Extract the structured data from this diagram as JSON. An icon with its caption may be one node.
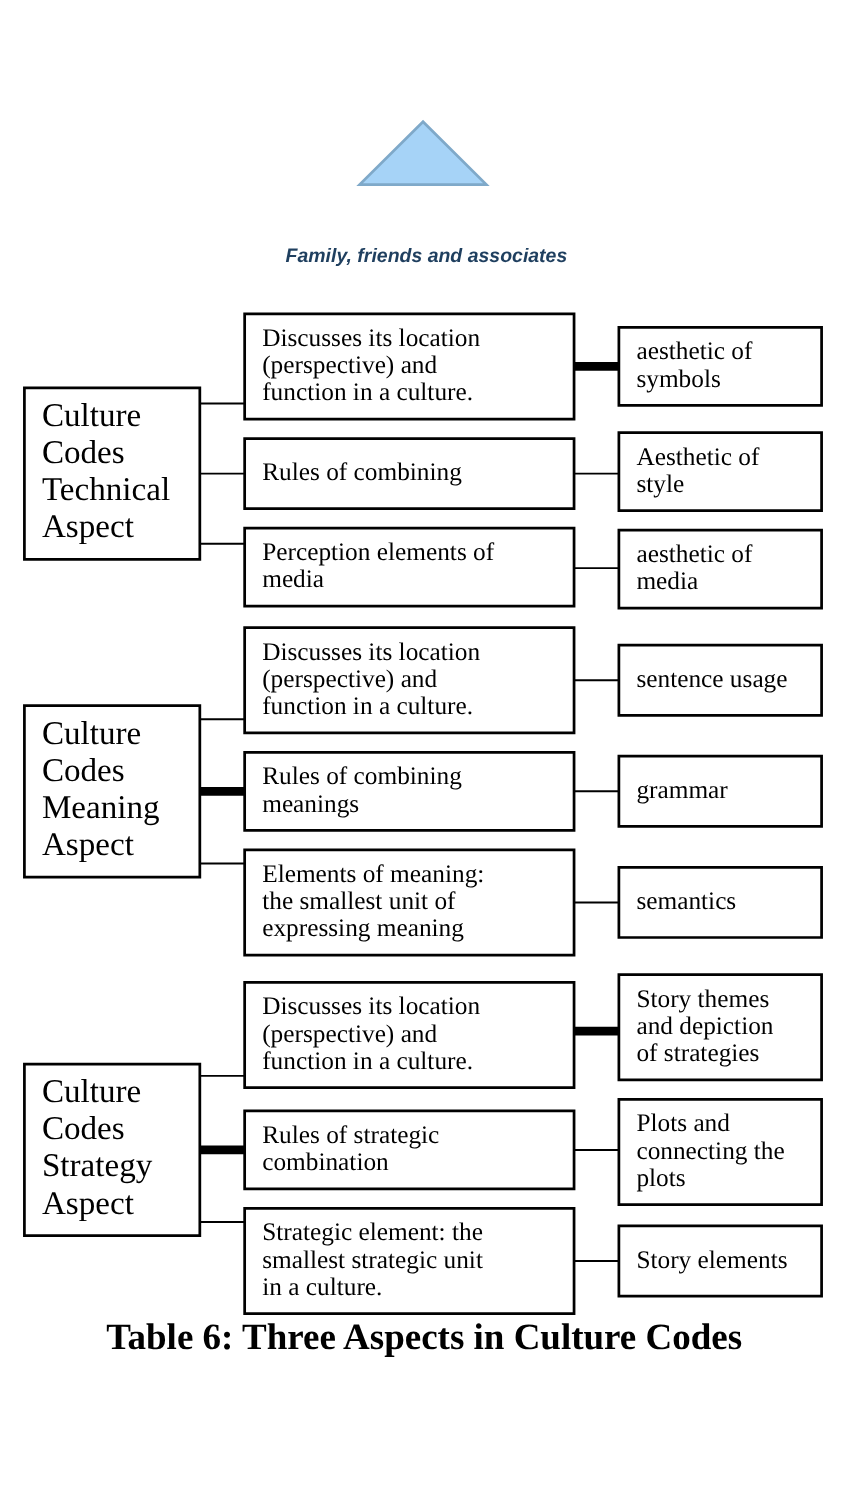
{
  "diagram": {
    "caption": "Table 6: Three Aspects in Culture Codes",
    "nodes": [
      {
        "text": [
          "Culture Codes Strategy Aspect"
        ]
      },
      {
        "text": [
          "Discusses its location (perspective) and function in a culture."
        ]
      },
      {
        "text": [
          "Story themes and depiction of strategies"
        ]
      },
      {
        "text": [
          "Rules of strategic combination"
        ]
      },
      {
        "text": [
          "Plots and connecting the plots"
        ]
      },
      {
        "text": [
          "Strategic element: the smallest strategic unit in a culture."
        ]
      },
      {
        "text": [
          "Story elements"
        ]
      },
      {
        "text": [
          "Culture Codes Meaning Aspect"
        ]
      },
      {
        "text": [
          "Discusses its location (perspective) and function in a culture."
        ]
      },
      {
        "text": [
          "sentence usage"
        ]
      },
      {
        "text": [
          "Rules of combining meanings"
        ]
      },
      {
        "text": [
          "grammar"
        ]
      },
      {
        "text": [
          "Elements of meaning: the smallest unit of expressing meaning"
        ]
      },
      {
        "text": [
          "semantics"
        ]
      },
      {
        "text": [
          "Culture Codes Technical Aspect"
        ]
      },
      {
        "text": [
          "Discusses its location (perspective) and function in a culture."
        ]
      },
      {
        "text": [
          "aesthetic of symbols"
        ]
      },
      {
        "text": [
          "Rules of combining"
        ]
      },
      {
        "text": [
          "Aesthetic of style"
        ]
      },
      {
        "text": [
          "Perception elements of media"
        ]
      },
      {
        "text": [
          "aesthetic of media"
        ]
      },
      {
        "text": [],
        "shape": "triangle"
      }
    ],
    "edges": [
      {
        "from": 0,
        "to": 1,
        "arrow": "none"
      },
      {
        "from": 0,
        "to": 3,
        "arrow": "none",
        "style": "thick"
      },
      {
        "from": 0,
        "to": 5,
        "arrow": "none"
      },
      {
        "from": 1,
        "to": 2,
        "arrow": "none",
        "style": "thick"
      },
      {
        "from": 3,
        "to": 4,
        "arrow": "none"
      },
      {
        "from": 5,
        "to": 6,
        "arrow": "none"
      },
      {
        "from": 7,
        "to": 8,
        "arrow": "none"
      },
      {
        "from": 7,
        "to": 10,
        "arrow": "none",
        "style": "thick"
      },
      {
        "from": 7,
        "to": 12,
        "arrow": "none"
      },
      {
        "from": 8,
        "to": 9,
        "arrow": "none"
      },
      {
        "from": 10,
        "to": 11,
        "arrow": "none"
      },
      {
        "from": 12,
        "to": 13,
        "arrow": "none"
      },
      {
        "from": 14,
        "to": 15,
        "arrow": "none"
      },
      {
        "from": 14,
        "to": 17,
        "arrow": "none"
      },
      {
        "from": 14,
        "to": 19,
        "arrow": "none"
      },
      {
        "from": 15,
        "to": 16,
        "arrow": "none",
        "style": "thick"
      },
      {
        "from": 17,
        "to": 18,
        "arrow": "none"
      },
      {
        "from": 19,
        "to": 20,
        "arrow": "none"
      }
    ],
    "labels": [
      "Family, friends and associates"
    ]
  }
}
